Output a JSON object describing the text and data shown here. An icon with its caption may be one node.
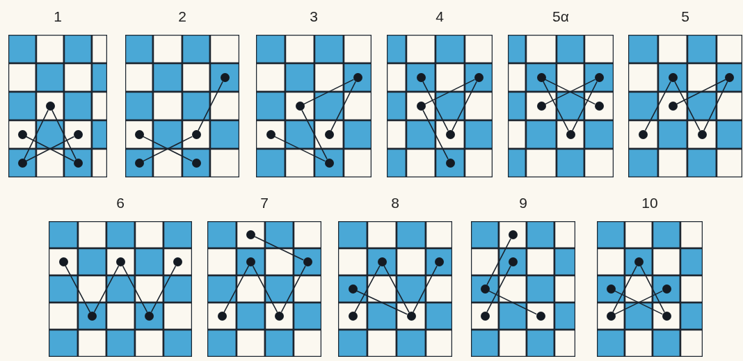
{
  "diagram": {
    "nodes": [
      {
        "text": [
          "1"
        ]
      },
      {
        "text": [],
        "shape": "circle",
        "in": 0
      },
      {
        "text": [],
        "shape": "circle",
        "in": 0
      },
      {
        "text": [],
        "shape": "circle",
        "in": 0
      },
      {
        "text": [],
        "shape": "circle",
        "in": 0
      },
      {
        "text": [],
        "shape": "circle",
        "in": 0
      },
      {
        "text": [
          "2"
        ]
      },
      {
        "text": [],
        "shape": "circle",
        "in": 6
      },
      {
        "text": [],
        "shape": "circle",
        "in": 6
      },
      {
        "text": [],
        "shape": "circle",
        "in": 6
      },
      {
        "text": [],
        "shape": "circle",
        "in": 6
      },
      {
        "text": [],
        "shape": "circle",
        "in": 6
      },
      {
        "text": [
          "3"
        ]
      },
      {
        "text": [],
        "shape": "circle",
        "in": 12
      },
      {
        "text": [],
        "shape": "circle",
        "in": 12
      },
      {
        "text": [],
        "shape": "circle",
        "in": 12
      },
      {
        "text": [],
        "shape": "circle",
        "in": 12
      },
      {
        "text": [],
        "shape": "circle",
        "in": 12
      },
      {
        "text": [
          "4"
        ]
      },
      {
        "text": [],
        "shape": "circle",
        "in": 18
      },
      {
        "text": [],
        "shape": "circle",
        "in": 18
      },
      {
        "text": [],
        "shape": "circle",
        "in": 18
      },
      {
        "text": [],
        "shape": "circle",
        "in": 18
      },
      {
        "text": [],
        "shape": "circle",
        "in": 18
      },
      {
        "text": [
          "5α"
        ]
      },
      {
        "text": [],
        "shape": "circle",
        "in": 24
      },
      {
        "text": [],
        "shape": "circle",
        "in": 24
      },
      {
        "text": [],
        "shape": "circle",
        "in": 24
      },
      {
        "text": [],
        "shape": "circle",
        "in": 24
      },
      {
        "text": [],
        "shape": "circle",
        "in": 24
      },
      {
        "text": [
          "5"
        ]
      },
      {
        "text": [],
        "shape": "circle",
        "in": 30
      },
      {
        "text": [],
        "shape": "circle",
        "in": 30
      },
      {
        "text": [],
        "shape": "circle",
        "in": 30
      },
      {
        "text": [],
        "shape": "circle",
        "in": 30
      },
      {
        "text": [],
        "shape": "circle",
        "in": 30
      },
      {
        "text": [
          "6"
        ]
      },
      {
        "text": [],
        "shape": "circle",
        "in": 36
      },
      {
        "text": [],
        "shape": "circle",
        "in": 36
      },
      {
        "text": [],
        "shape": "circle",
        "in": 36
      },
      {
        "text": [],
        "shape": "circle",
        "in": 36
      },
      {
        "text": [],
        "shape": "circle",
        "in": 36
      },
      {
        "text": [
          "7"
        ]
      },
      {
        "text": [],
        "shape": "circle",
        "in": 42
      },
      {
        "text": [],
        "shape": "circle",
        "in": 42
      },
      {
        "text": [],
        "shape": "circle",
        "in": 42
      },
      {
        "text": [],
        "shape": "circle",
        "in": 42
      },
      {
        "text": [],
        "shape": "circle",
        "in": 42
      },
      {
        "text": [
          "8"
        ]
      },
      {
        "text": [],
        "shape": "circle",
        "in": 48
      },
      {
        "text": [],
        "shape": "circle",
        "in": 48
      },
      {
        "text": [],
        "shape": "circle",
        "in": 48
      },
      {
        "text": [],
        "shape": "circle",
        "in": 48
      },
      {
        "text": [],
        "shape": "circle",
        "in": 48
      },
      {
        "text": [
          "9"
        ]
      },
      {
        "text": [],
        "shape": "circle",
        "in": 54
      },
      {
        "text": [],
        "shape": "circle",
        "in": 54
      },
      {
        "text": [],
        "shape": "circle",
        "in": 54
      },
      {
        "text": [],
        "shape": "circle",
        "in": 54
      },
      {
        "text": [],
        "shape": "circle",
        "in": 54
      },
      {
        "text": [
          "10"
        ]
      },
      {
        "text": [],
        "shape": "circle",
        "in": 60
      },
      {
        "text": [],
        "shape": "circle",
        "in": 60
      },
      {
        "text": [],
        "shape": "circle",
        "in": 60
      },
      {
        "text": [],
        "shape": "circle",
        "in": 60
      },
      {
        "text": [],
        "shape": "circle",
        "in": 60
      }
    ],
    "edges": [
      {
        "from": 1,
        "to": 4,
        "arrow": "none"
      },
      {
        "from": 1,
        "to": 5,
        "arrow": "none"
      },
      {
        "from": 2,
        "to": 5,
        "arrow": "none"
      },
      {
        "from": 4,
        "to": 3,
        "arrow": "none"
      },
      {
        "from": 7,
        "to": 9,
        "arrow": "none"
      },
      {
        "from": 9,
        "to": 10,
        "arrow": "none"
      },
      {
        "from": 8,
        "to": 11,
        "arrow": "none"
      },
      {
        "from": 14,
        "to": 13,
        "arrow": "none"
      },
      {
        "from": 13,
        "to": 16,
        "arrow": "none"
      },
      {
        "from": 14,
        "to": 17,
        "arrow": "none"
      },
      {
        "from": 15,
        "to": 17,
        "arrow": "none"
      },
      {
        "from": 19,
        "to": 22,
        "arrow": "none"
      },
      {
        "from": 21,
        "to": 20,
        "arrow": "none"
      },
      {
        "from": 20,
        "to": 22,
        "arrow": "none"
      },
      {
        "from": 21,
        "to": 23,
        "arrow": "none"
      },
      {
        "from": 25,
        "to": 28,
        "arrow": "none"
      },
      {
        "from": 26,
        "to": 27,
        "arrow": "none"
      },
      {
        "from": 25,
        "to": 29,
        "arrow": "none"
      },
      {
        "from": 26,
        "to": 29,
        "arrow": "none"
      },
      {
        "from": 31,
        "to": 34,
        "arrow": "none"
      },
      {
        "from": 31,
        "to": 35,
        "arrow": "none"
      },
      {
        "from": 32,
        "to": 33,
        "arrow": "none"
      },
      {
        "from": 32,
        "to": 35,
        "arrow": "none"
      },
      {
        "from": 37,
        "to": 40,
        "arrow": "none"
      },
      {
        "from": 40,
        "to": 38,
        "arrow": "none"
      },
      {
        "from": 38,
        "to": 41,
        "arrow": "none"
      },
      {
        "from": 41,
        "to": 39,
        "arrow": "none"
      },
      {
        "from": 43,
        "to": 45,
        "arrow": "none"
      },
      {
        "from": 46,
        "to": 44,
        "arrow": "none"
      },
      {
        "from": 44,
        "to": 47,
        "arrow": "none"
      },
      {
        "from": 47,
        "to": 45,
        "arrow": "none"
      },
      {
        "from": 49,
        "to": 53,
        "arrow": "none"
      },
      {
        "from": 50,
        "to": 53,
        "arrow": "none"
      },
      {
        "from": 51,
        "to": 53,
        "arrow": "none"
      },
      {
        "from": 52,
        "to": 49,
        "arrow": "none"
      },
      {
        "from": 55,
        "to": 57,
        "arrow": "none"
      },
      {
        "from": 56,
        "to": 58,
        "arrow": "none"
      },
      {
        "from": 57,
        "to": 59,
        "arrow": "none"
      },
      {
        "from": 61,
        "to": 64,
        "arrow": "none"
      },
      {
        "from": 61,
        "to": 65,
        "arrow": "none"
      },
      {
        "from": 62,
        "to": 65,
        "arrow": "none"
      },
      {
        "from": 63,
        "to": 64,
        "arrow": "none"
      }
    ]
  }
}
